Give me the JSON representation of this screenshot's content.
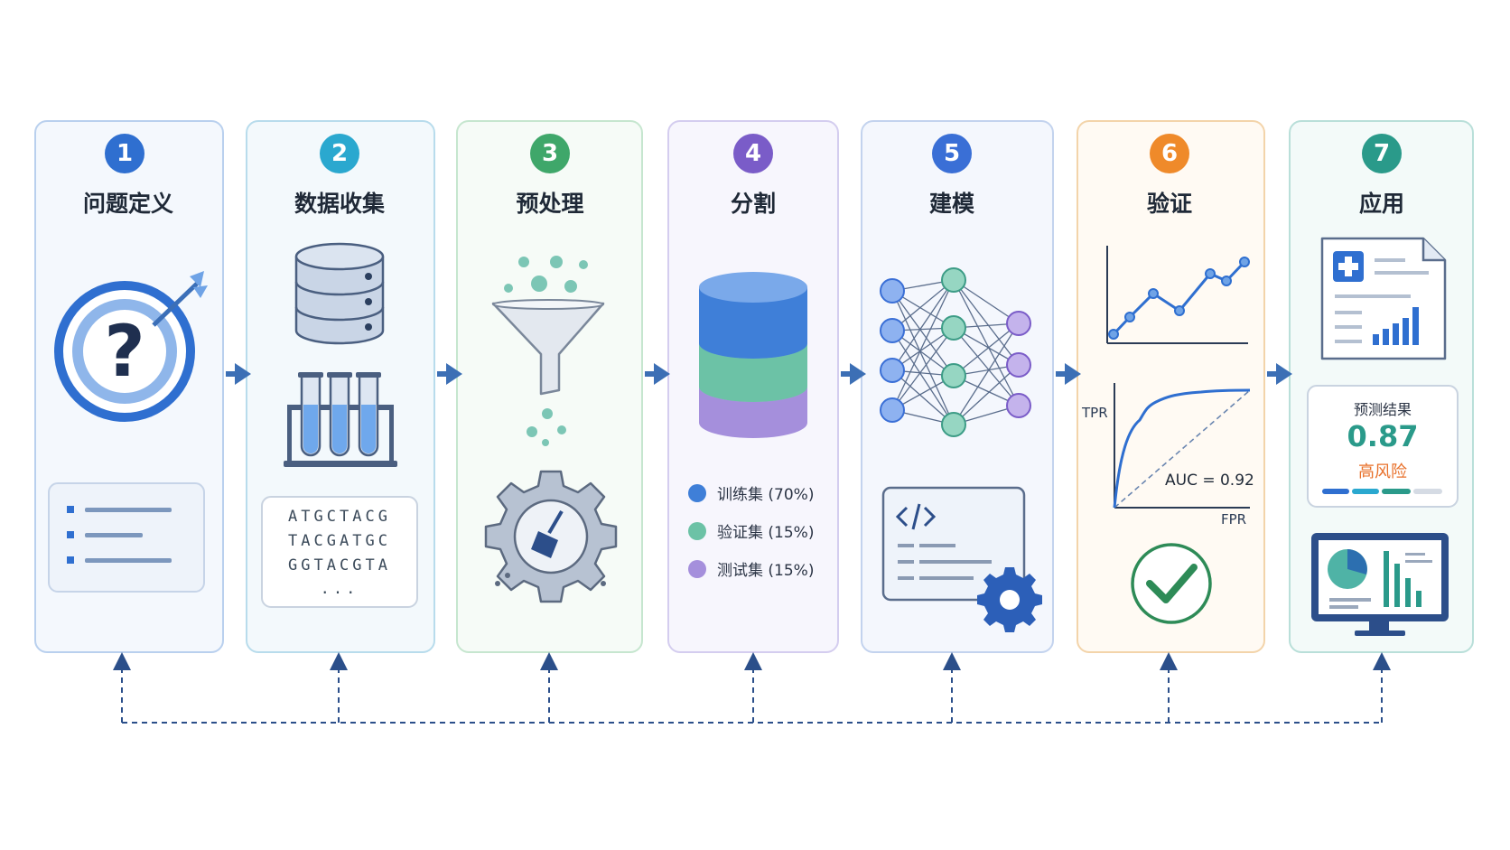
{
  "colors": {
    "step1": "#2f6fd0",
    "step2": "#2aa8cf",
    "step3": "#3fa76a",
    "step4": "#7a5cc8",
    "step5": "#3a6fd6",
    "step6": "#ef8a2a",
    "step7": "#2a9a8a",
    "arrow": "#3c6fb5",
    "loop": "#2b4f8a",
    "risk": "#e8702a",
    "score": "#2a9a8a"
  },
  "steps": [
    {
      "number": "1",
      "title": "问题定义",
      "icon": "target-question-icon"
    },
    {
      "number": "2",
      "title": "数据收集",
      "icon": "database-icon"
    },
    {
      "number": "3",
      "title": "预处理",
      "icon": "funnel-icon"
    },
    {
      "number": "4",
      "title": "分割",
      "icon": "stacked-cylinder-icon"
    },
    {
      "number": "5",
      "title": "建模",
      "icon": "neural-network-icon"
    },
    {
      "number": "6",
      "title": "验证",
      "icon": "line-chart-icon"
    },
    {
      "number": "7",
      "title": "应用",
      "icon": "medical-report-icon"
    }
  ],
  "dna": {
    "row1": "ATGCTACG",
    "row2": "TACGATGC",
    "row3": "GGTACGTA",
    "ellipsis": "..."
  },
  "split_legend": [
    {
      "label": "训练集 (70%)",
      "color": "#3f7fd8"
    },
    {
      "label": "验证集 (15%)",
      "color": "#6cc2a6"
    },
    {
      "label": "测试集 (15%)",
      "color": "#a58fdc"
    }
  ],
  "roc": {
    "y_label": "TPR",
    "x_label": "FPR",
    "auc_text": "AUC = 0.92"
  },
  "prediction": {
    "title": "预测结果",
    "score": "0.87",
    "risk": "高风险"
  }
}
